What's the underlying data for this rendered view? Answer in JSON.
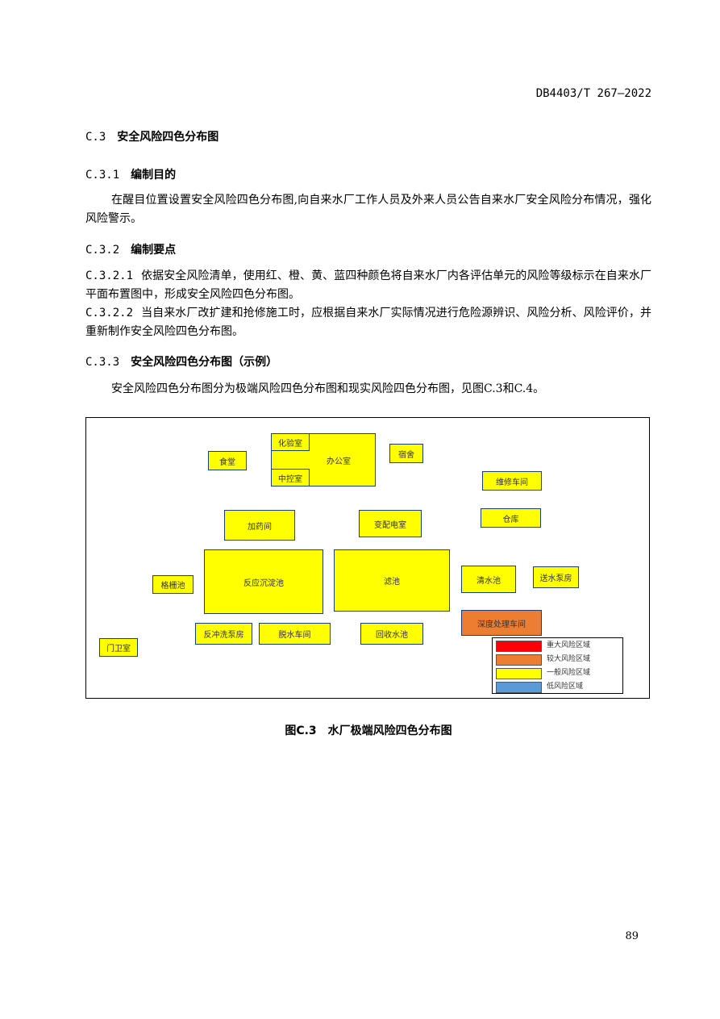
{
  "header": {
    "doc_code": "DB4403/T 267—2022"
  },
  "sections": {
    "c3": {
      "num": "C.3",
      "title": "安全风险四色分布图"
    },
    "c31": {
      "num": "C.3.1",
      "title": "编制目的"
    },
    "c31_text": "在醒目位置设置安全风险四色分布图,向自来水厂工作人员及外来人员公告自来水厂安全风险分布情况，强化风险警示。",
    "c32": {
      "num": "C.3.2",
      "title": "编制要点"
    },
    "c321": {
      "num": "C.3.2.1",
      "text": "依据安全风险清单，使用红、橙、黄、蓝四种颜色将自来水厂内各评估单元的风险等级标示在自来水厂平面布置图中，形成安全风险四色分布图。"
    },
    "c322": {
      "num": "C.3.2.2",
      "text": "当自来水厂改扩建和抢修施工时，应根据自来水厂实际情况进行危险源辨识、风险分析、风险评价，并重新制作安全风险四色分布图。"
    },
    "c33": {
      "num": "C.3.3",
      "title": "安全风险四色分布图（示例）"
    },
    "c33_text": "安全风险四色分布图分为极端风险四色分布图和现实风险四色分布图，见图C.3和C.4。"
  },
  "map": {
    "rooms": {
      "lab": "化验室",
      "office": "办公室",
      "control": "中控室",
      "canteen": "食堂",
      "dorm": "宿舍",
      "repair": "维修车间",
      "warehouse": "仓库",
      "dosing": "加药间",
      "substation": "变配电室",
      "reaction": "反应沉淀池",
      "filter": "滤池",
      "clearwater": "清水池",
      "pumphouse": "送水泵房",
      "regulating": "格栅池",
      "deep": "深度处理车间",
      "backwash": "反冲洗泵房",
      "dewater": "脱水车间",
      "recycle": "回收水池",
      "gate": "门卫室"
    },
    "legend": [
      {
        "label": "重大风险区域",
        "color": "#ff0000"
      },
      {
        "label": "较大风险区域",
        "color": "#ed7d31"
      },
      {
        "label": "一般风险区域",
        "color": "#ffff00"
      },
      {
        "label": "低风险区域",
        "color": "#5b9bd5"
      }
    ]
  },
  "figure_caption": "图C.3　水厂极端风险四色分布图",
  "page_number": "89"
}
